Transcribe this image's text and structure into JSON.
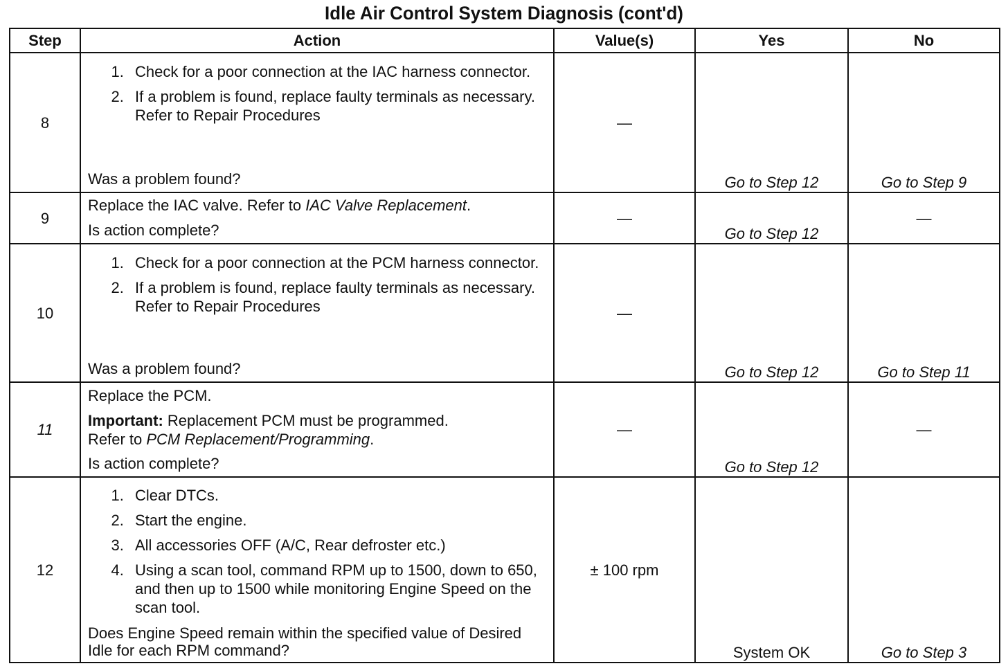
{
  "title": "Idle Air Control System Diagnosis (cont'd)",
  "headers": {
    "step": "Step",
    "action": "Action",
    "values": "Value(s)",
    "yes": "Yes",
    "no": "No"
  },
  "rows": [
    {
      "step": "8",
      "items": [
        "Check for a poor connection at the IAC harness connector.",
        "If a problem is found, replace faulty terminals as necessary. Refer to Repair Procedures"
      ],
      "question": "Was a problem found?",
      "value": "—",
      "yes": "Go to Step 12",
      "no": "Go to Step 9"
    },
    {
      "step": "9",
      "text_pre": "Replace the IAC valve. Refer to ",
      "text_italic": "IAC Valve Replacement",
      "text_post": ".",
      "question": "Is action complete?",
      "value": "—",
      "yes": "Go to Step 12",
      "no": "—"
    },
    {
      "step": "10",
      "items": [
        "Check for a poor connection at the PCM harness connector.",
        "If a problem is found, replace faulty terminals as necessary. Refer to Repair Procedures"
      ],
      "question": "Was a problem found?",
      "value": "—",
      "yes": "Go to Step 12",
      "no": "Go to Step 11"
    },
    {
      "step": "11",
      "line1": "Replace the PCM.",
      "important_label": "Important:",
      "important_text": " Replacement PCM must be programmed.",
      "refer_pre": "Refer to ",
      "refer_italic": "PCM Replacement/Programming",
      "refer_post": ".",
      "question": "Is action complete?",
      "value": "—",
      "yes": "Go to Step 12",
      "no": "—"
    },
    {
      "step": "12",
      "items": [
        "Clear DTCs.",
        "Start the engine.",
        "All accessories OFF (A/C, Rear defroster etc.)",
        "Using a scan tool, command RPM up to 1500, down to 650, and then up to 1500 while monitoring Engine Speed on the scan tool."
      ],
      "question": "Does Engine Speed remain within the specified value of Desired Idle for each RPM command?",
      "value": "± 100 rpm",
      "yes": "System OK",
      "no": "Go to Step 3"
    }
  ]
}
